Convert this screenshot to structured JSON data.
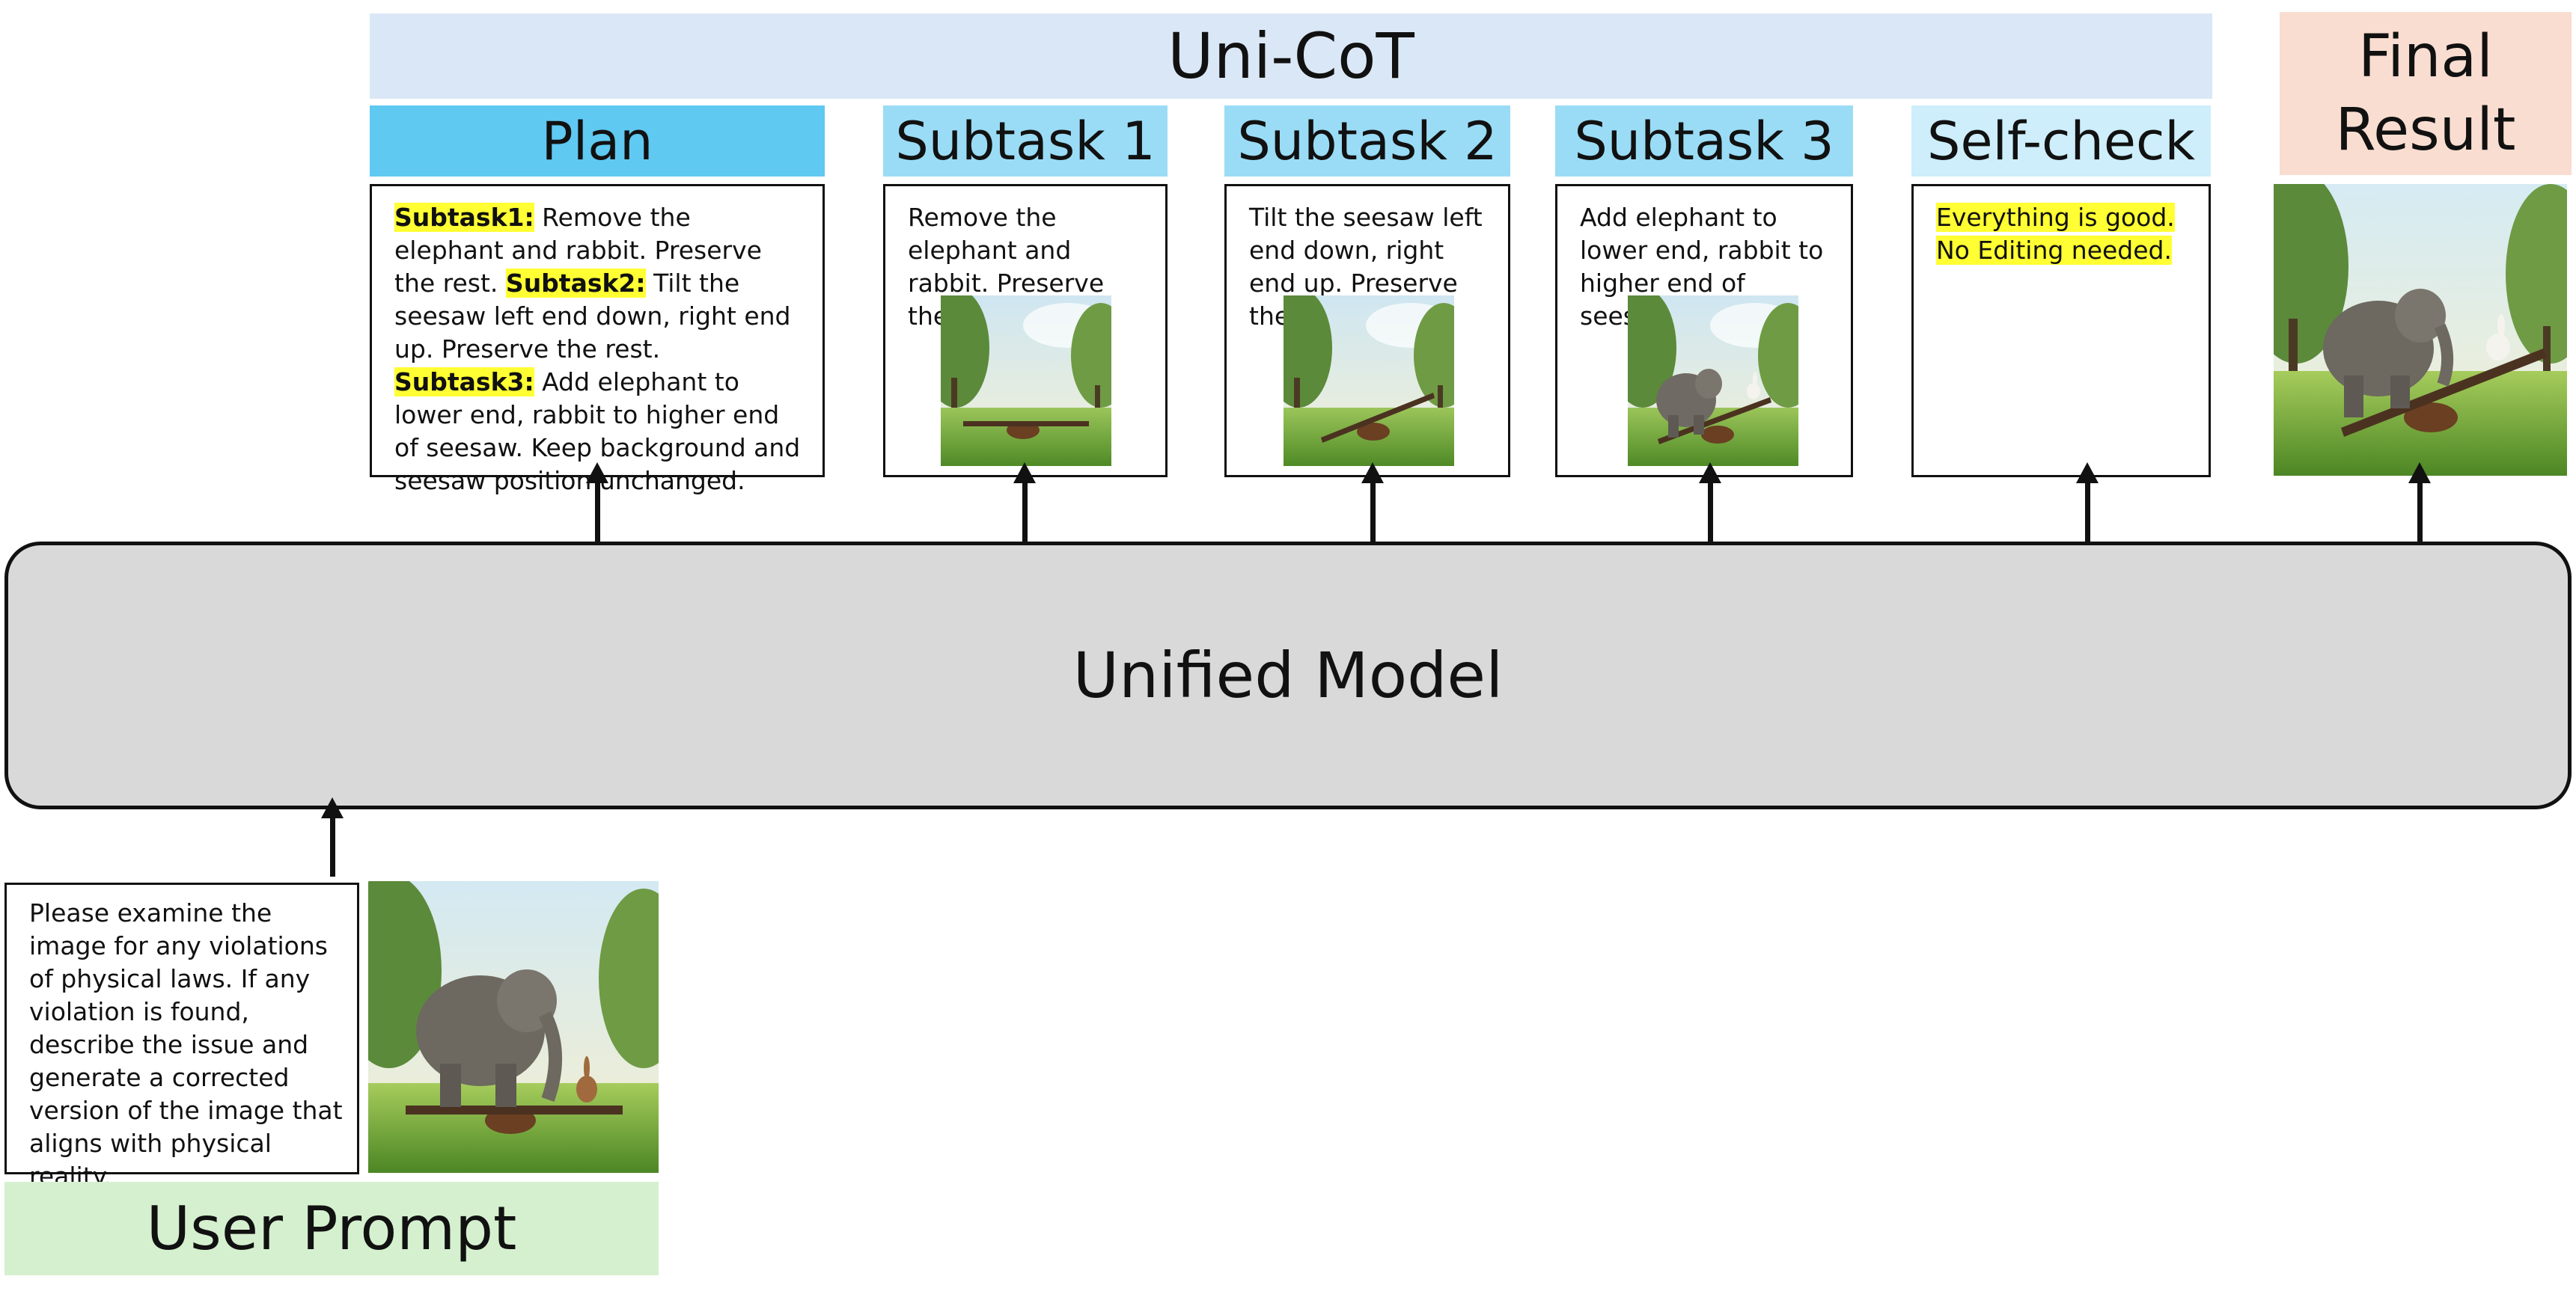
{
  "header": {
    "title": "Uni-CoT",
    "final_label_line1": "Final",
    "final_label_line2": "Result"
  },
  "stages": {
    "plan": {
      "label": "Plan",
      "color": "#5fc9f2",
      "subtask1_tag": "Subtask1:",
      "subtask1_text": " Remove the elephant and rabbit. Preserve the rest.",
      "subtask2_tag": "Subtask2:",
      "subtask2_text": " Tilt the seesaw left end down, right end up. Preserve the rest. ",
      "subtask3_tag": "Subtask3:",
      "subtask3_text": " Add elephant to lower end, rabbit to higher end of seesaw. Keep background and seesaw position unchanged."
    },
    "subtask1": {
      "label": "Subtask 1",
      "color": "#9adcf6",
      "text": "Remove the elephant and rabbit. Preserve the rest."
    },
    "subtask2": {
      "label": "Subtask 2",
      "color": "#9adcf6",
      "text": "Tilt the seesaw left end down, right end up. Preserve the rest."
    },
    "subtask3": {
      "label": "Subtask 3",
      "color": "#9adcf6",
      "text": "Add elephant to lower end, rabbit to higher end of seesaw"
    },
    "selfcheck": {
      "label": "Self-check",
      "color": "#cdeefa",
      "line1": "Everything is good.",
      "line2": "No Editing needed."
    }
  },
  "model": {
    "label": "Unified Model"
  },
  "user": {
    "prompt_text": "Please examine the image for any violations of physical laws. If any violation is found, describe the issue and generate a corrected version of the image that aligns with physical reality.",
    "band_label": "User Prompt"
  },
  "images": {
    "subtask1": "park-seesaw-empty-image",
    "subtask2": "park-seesaw-tilted-image",
    "subtask3": "park-seesaw-elephant-rabbit-image",
    "final": "final-elephant-rabbit-seesaw-image",
    "input": "input-elephant-rabbit-seesaw-image"
  }
}
